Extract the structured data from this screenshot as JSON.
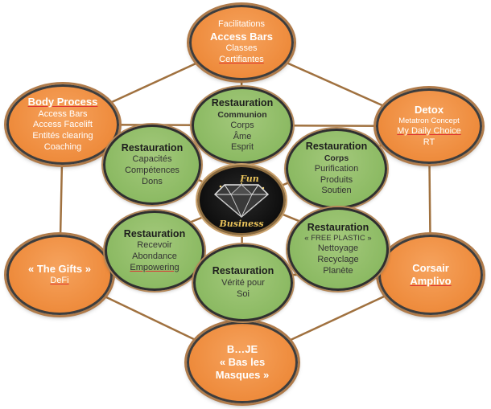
{
  "center": {
    "top_word": "Fun",
    "bottom_word": "Business",
    "icon": "diamond-icon"
  },
  "outer": {
    "top": {
      "lines": [
        "Facilitations",
        "Access Bars",
        "Classes",
        "Certifiantes"
      ]
    },
    "upper_left": {
      "lines": [
        "Body Process",
        "Access Bars",
        "Access Facelift",
        "Entités clearing",
        "Coaching"
      ]
    },
    "upper_right": {
      "lines": [
        "Detox",
        "Metatron Concept",
        "My Daily Choice",
        "RT"
      ]
    },
    "lower_left": {
      "lines": [
        "« The Gifts »",
        "DeFi"
      ]
    },
    "lower_right": {
      "lines": [
        "Corsair",
        "Amplivo"
      ]
    },
    "bottom": {
      "lines": [
        "B…JE",
        "« Bas les",
        "Masques »"
      ]
    }
  },
  "inner": {
    "top": {
      "title": "Restauration",
      "sub": "Communion",
      "items": [
        "Corps",
        "Âme",
        "Esprit"
      ]
    },
    "upper_left": {
      "title": "Restauration",
      "items": [
        "Capacités",
        "Compétences",
        "Dons"
      ]
    },
    "upper_right": {
      "title": "Restauration",
      "sub": "Corps",
      "items": [
        "Purification",
        "Produits",
        "Soutien"
      ]
    },
    "lower_left": {
      "title": "Restauration",
      "items": [
        "Recevoir",
        "Abondance",
        "Empowering"
      ]
    },
    "lower_right": {
      "title": "Restauration",
      "sub": "« FREE PLASTIC »",
      "items": [
        "Nettoyage",
        "Recyclage",
        "Planète"
      ]
    },
    "bottom": {
      "title": "Restauration",
      "items": [
        "Vérité pour",
        "Soi"
      ]
    }
  },
  "colors": {
    "orange": "#ee8b3c",
    "green": "#8cba63",
    "connector": "#a0713f",
    "outline": "#3d3d3d"
  }
}
